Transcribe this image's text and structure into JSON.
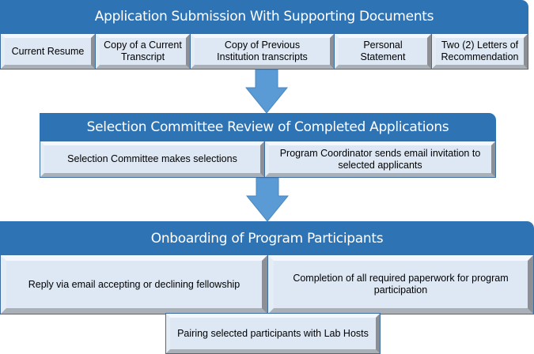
{
  "stages": [
    {
      "title": "Application Submission With Supporting Documents",
      "items": [
        "Current Resume",
        "Copy of a Current Transcript",
        "Copy of Previous Institution transcripts",
        "Personal Statement",
        "Two (2) Letters of Recommendation"
      ]
    },
    {
      "title": "Selection Committee Review of Completed Applications",
      "items": [
        "Selection Committee makes selections",
        "Program Coordinator sends email invitation to selected applicants"
      ]
    },
    {
      "title": "Onboarding of Program Participants",
      "items": [
        "Reply via email accepting or declining fellowship",
        "Completion of all required paperwork for program participation",
        "Pairing selected participants with Lab Hosts"
      ]
    }
  ],
  "colors": {
    "header": "#2e74b5",
    "box_fill": "#dde8f4",
    "arrow": "#5b9bd5"
  }
}
